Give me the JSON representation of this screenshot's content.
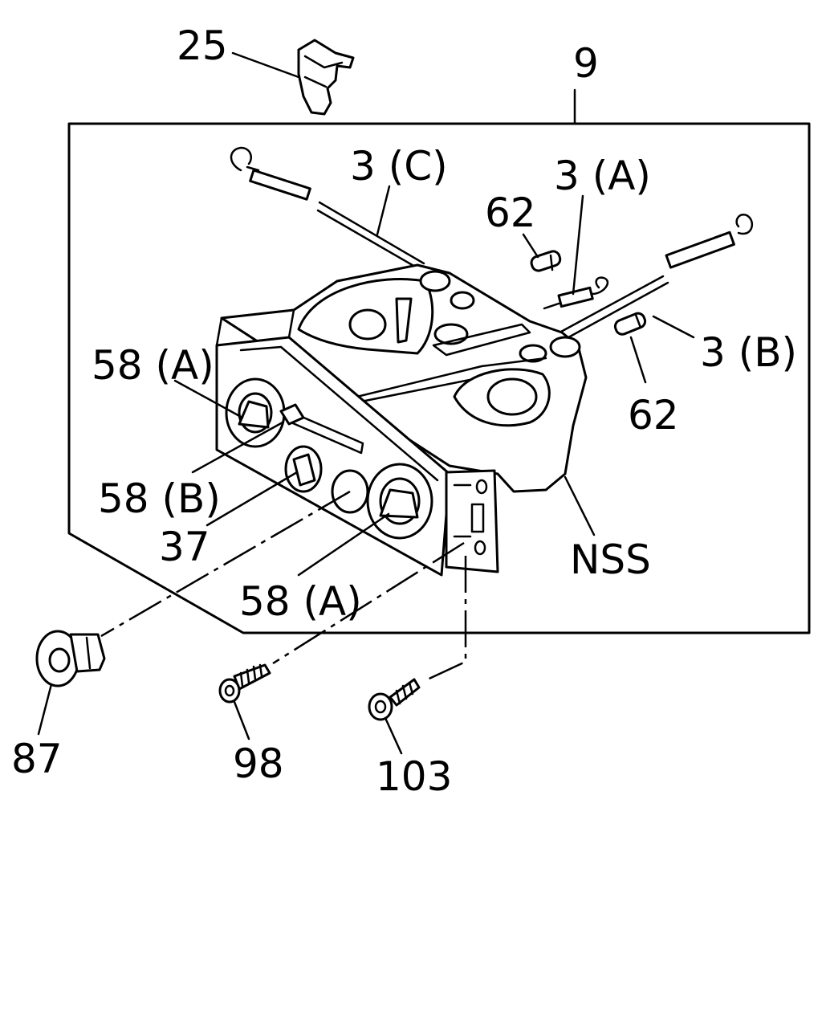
{
  "callouts": {
    "c25": "25",
    "c9": "9",
    "c3c": "3 (C)",
    "c3a": "3 (A)",
    "c62a": "62",
    "c3b": "3 (B)",
    "c62b": "62",
    "c58a_top": "58 (A)",
    "c58b": "58 (B)",
    "c37": "37",
    "c58a_bottom": "58 (A)",
    "cnss": "NSS",
    "c87": "87",
    "c98": "98",
    "c103": "103"
  }
}
